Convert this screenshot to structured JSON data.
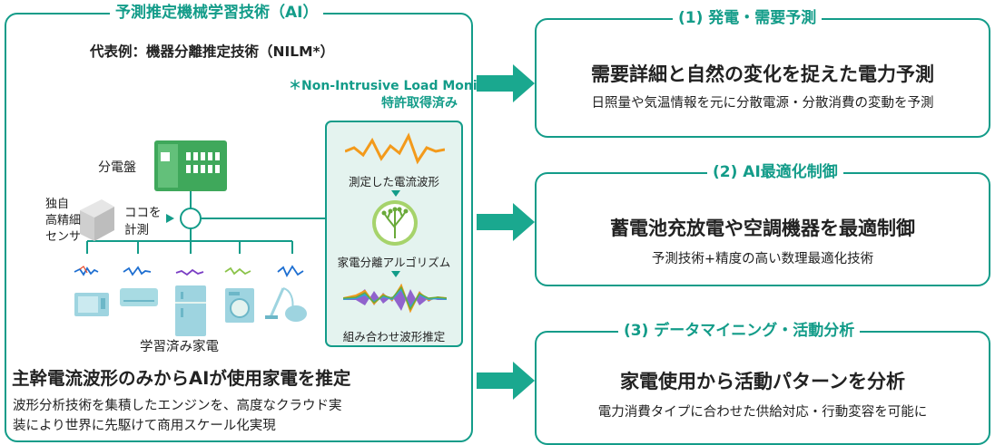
{
  "left_box": {
    "title": "予測推定機械学習技術（AI）",
    "representative": "代表例：機器分離推定技術（NILM*）",
    "footnote_line1": "＊Non-Intrusive Load Monitoring",
    "footnote_line2": "特許取得済み",
    "distribution_board": "分電盤",
    "sensor_label": [
      "独自",
      "高精細",
      "センサ"
    ],
    "measure_label": [
      "ココを",
      "計測"
    ],
    "learned_appliances": "学習済み家電",
    "panel_step1": "測定した電流波形",
    "panel_step2": "家電分離アルゴリズム",
    "panel_step3": "組み合わせ波形推定",
    "headline": "主幹電流波形のみからAIが使用家電を推定",
    "desc_line1": "波形分析技術を集積したエンジンを、高度なクラウド実",
    "desc_line2": "装により世界に先駆けて商用スケール化実現"
  },
  "right_boxes": [
    {
      "title": "(1) 発電・需要予測",
      "headline": "需要詳細と自然の変化を捉えた電力予測",
      "sub": "日照量や気温情報を元に分散電源・分散消費の変動を予測"
    },
    {
      "title": "(2) AI最適化制御",
      "headline": "蓄電池充放電や空調機器を最適制御",
      "sub": "予測技術+精度の高い数理最適化技術"
    },
    {
      "title": "(3) データマイニング・活動分析",
      "headline": "家電使用から活動パターンを分析",
      "sub": "電力消費タイプに合わせた供給対応・行動変容を可能に"
    }
  ],
  "colors": {
    "accent": "#139c89",
    "panel_bg": "#e4f3ef",
    "arrow": "#1aa88f"
  }
}
